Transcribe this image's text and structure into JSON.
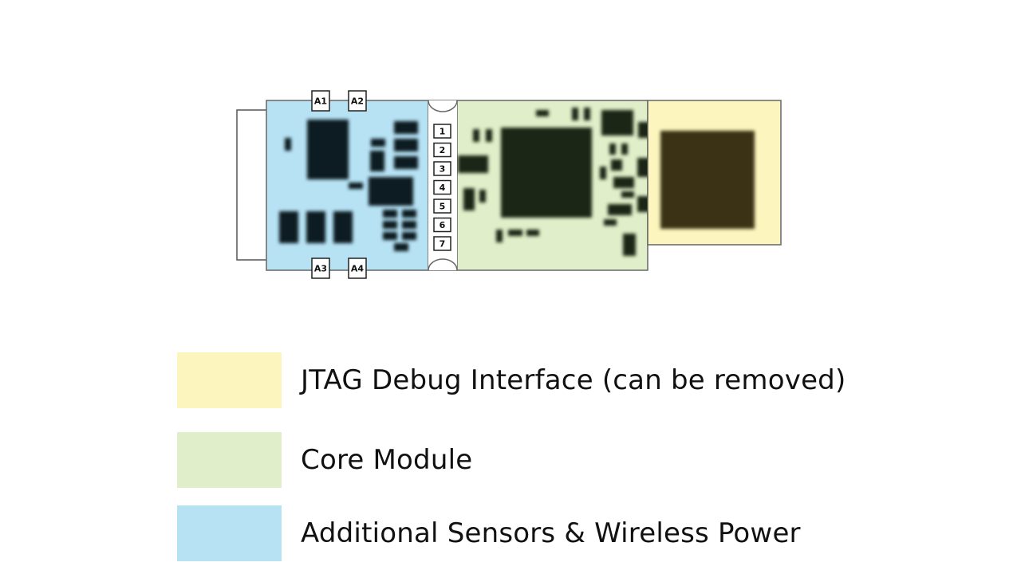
{
  "diagram": {
    "side_pins": [
      "A1",
      "A2",
      "A3",
      "A4"
    ],
    "connector_pins": [
      "1",
      "2",
      "3",
      "4",
      "5",
      "6",
      "7"
    ],
    "colors": {
      "jtag": "#fcf6be",
      "core": "#e0efc9",
      "sensors": "#b7e2f4",
      "chip": "#0f1a24",
      "core_chip": "#1e2614",
      "jtag_chip": "#3b3214"
    }
  },
  "legend": [
    {
      "label": "JTAG Debug Interface (can be removed)",
      "color": "#fcf6be"
    },
    {
      "label": "Core Module",
      "color": "#e0efc9"
    },
    {
      "label": "Additional Sensors & Wireless Power",
      "color": "#b7e2f4"
    }
  ]
}
